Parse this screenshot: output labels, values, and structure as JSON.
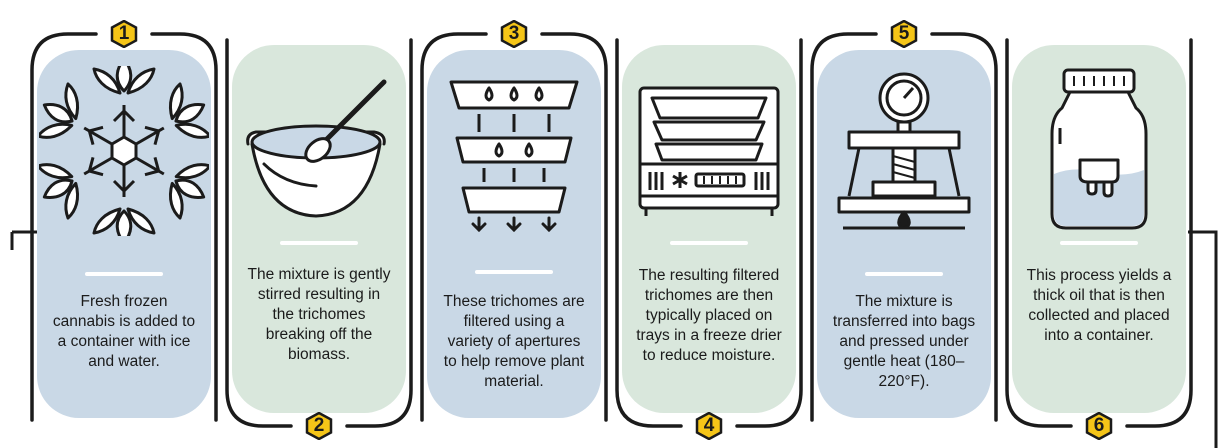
{
  "steps": [
    {
      "number": "1",
      "text": "Fresh frozen cannabis is added to a container with ice and water.",
      "icon": "snowflake-cannabis-icon",
      "color": "#c9d8e6"
    },
    {
      "number": "2",
      "text": "The mixture is gently stirred resulting in the trichomes breaking off the biomass.",
      "icon": "bowl-spoon-icon",
      "color": "#d9e7dc"
    },
    {
      "number": "3",
      "text": "These trichomes are filtered using a variety of apertures to help remove plant material.",
      "icon": "filter-trays-icon",
      "color": "#c9d8e6"
    },
    {
      "number": "4",
      "text": "The resulting filtered trichomes are then typically placed on trays in a freeze drier to reduce moisture.",
      "icon": "freeze-drier-icon",
      "color": "#d9e7dc"
    },
    {
      "number": "5",
      "text": "The mixture is transferred into bags and pressed under gentle heat (180–220°F).",
      "icon": "rosin-press-icon",
      "color": "#c9d8e6"
    },
    {
      "number": "6",
      "text": "This process yields a thick oil that is then collected and placed into a container.",
      "icon": "jar-icon",
      "color": "#d9e7dc"
    }
  ],
  "colors": {
    "badge": "#f5c518",
    "outline": "#1b1b1b",
    "blue": "#c9d8e6",
    "green": "#d9e7dc"
  }
}
